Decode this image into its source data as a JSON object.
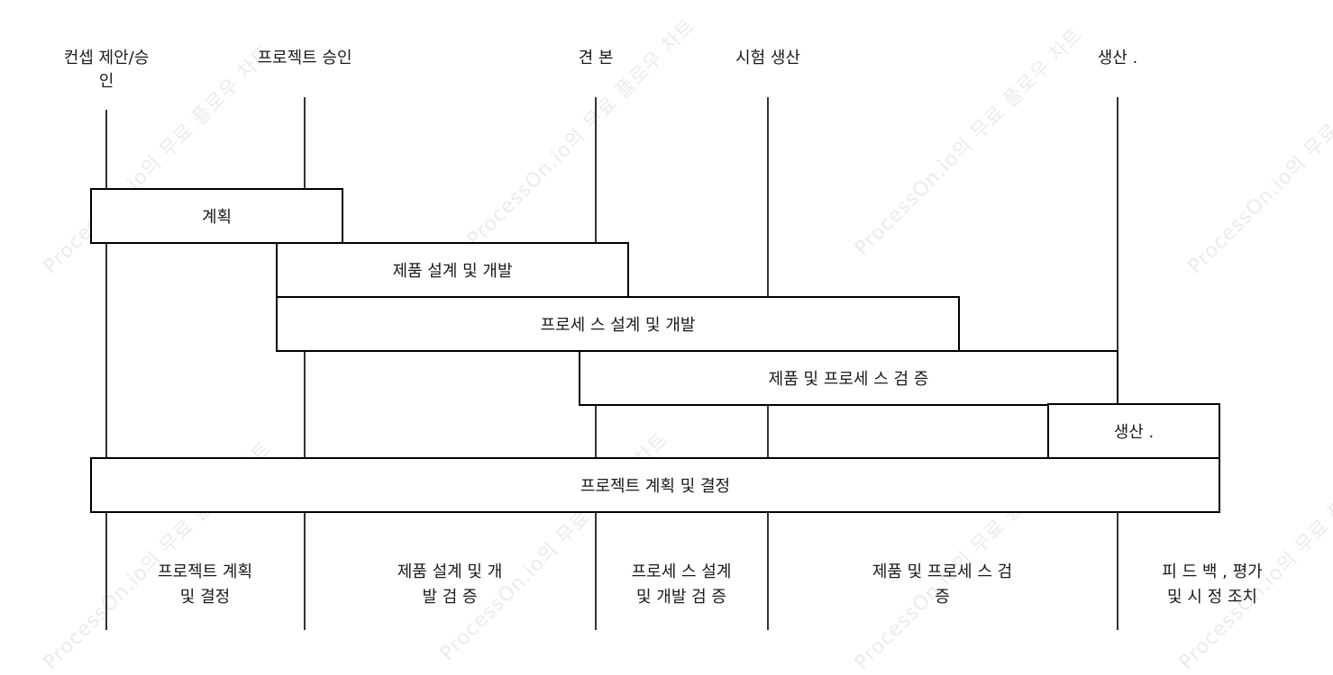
{
  "milestones": [
    {
      "label": "컨셉 제안/승\n인"
    },
    {
      "label": "프로젝트 승인"
    },
    {
      "label": "견 본"
    },
    {
      "label": "시험 생산"
    },
    {
      "label": "생산 ."
    }
  ],
  "phases": [
    {
      "label": "계획"
    },
    {
      "label": "제품 설계 및 개발"
    },
    {
      "label": "프로세 스 설계 및 개발"
    },
    {
      "label": "제품 및 프로세 스 검 증"
    },
    {
      "label": "생산 ."
    },
    {
      "label": "프로젝트 계획 및 결정"
    }
  ],
  "bottom_labels": [
    {
      "label": "프로젝트 계획\n및 결정"
    },
    {
      "label": "제품 설계 및 개\n발 검 증"
    },
    {
      "label": "프로세 스 설계\n및 개발 검 증"
    },
    {
      "label": "제품 및 프로세 스 검\n증"
    },
    {
      "label": "피 드 백 , 평가\n및 시 정 조치"
    }
  ],
  "watermark": {
    "text": "ProcessOn.io의 무료 플로우 차트"
  }
}
